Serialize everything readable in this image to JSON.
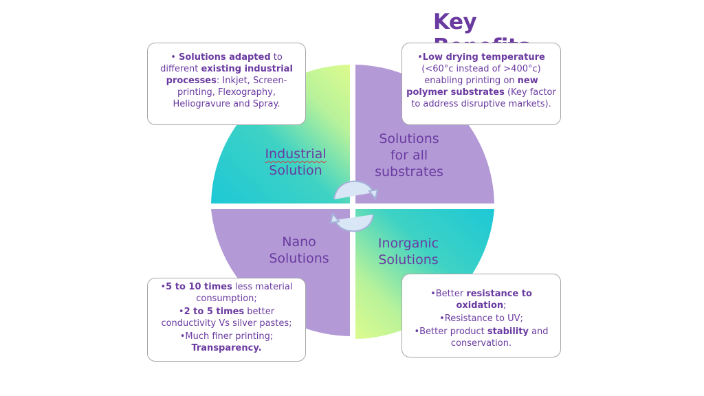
{
  "title": "Key Benefits",
  "colors": {
    "purple": "#b39ad6",
    "teal": "#22ccd4",
    "lime": "#dcfb8e",
    "text": "#6a3aa0"
  },
  "quadrants": {
    "industrial": {
      "line1": "Industrial",
      "line2": "Solution"
    },
    "substrates": {
      "line1": "Solutions",
      "line2": "for all",
      "line3": "substrates"
    },
    "nano": {
      "line1": "Nano",
      "line2": "Solutions"
    },
    "inorganic": {
      "line1": "Inorganic",
      "line2": "Solutions"
    }
  },
  "callouts": {
    "top_left": {
      "b1": "Solutions adapted",
      "t1": " to different ",
      "b2": "existing industrial processes",
      "t2": ": Inkjet, Screen-printing, Flexography, Heliogravure and Spray."
    },
    "top_right": {
      "b1": "Low drying temperature",
      "t1": " (<60°c instead of >400°c) enabling printing on ",
      "b2": "new polymer substrates",
      "t2": " (Key factor to address disruptive markets)."
    },
    "bottom_left": {
      "l1_b": "5 to 10 times",
      "l1_t": " less material consumption;",
      "l2_b": "2 to 5 times",
      "l2_t": " better conductivity Vs silver pastes;",
      "l3": "•Much finer printing;",
      "l4_b": "Transparency."
    },
    "bottom_right": {
      "l1_t": "•Better ",
      "l1_b": "resistance to oxidation",
      "l1_e": ";",
      "l2": "•Resistance to UV;",
      "l3_t": "•Better product ",
      "l3_b": "stability",
      "l3_e": " and conservation."
    }
  }
}
